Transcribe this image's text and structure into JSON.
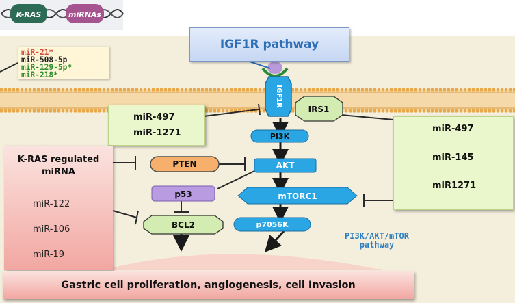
{
  "logo": {
    "kras": "K-RAS",
    "mirnas": "miRNAs"
  },
  "title": "IGF1R pathway",
  "membrane_mirnas": [
    {
      "text": "miR-21*",
      "color": "#d24a3a"
    },
    {
      "text": "miR-508-5p",
      "color": "#1f1f1f"
    },
    {
      "text": "miR-129-5p*",
      "color": "#2f8f2f"
    },
    {
      "text": "miR-218*",
      "color": "#2f8f2f"
    }
  ],
  "receptor": "IGF1R",
  "nodes": {
    "irs1": "IRS1",
    "pi3k": "PI3K",
    "pten": "PTEN",
    "akt": "AKT",
    "p53": "p53",
    "mtorc1": "mTORC1",
    "bcl2": "BCL2",
    "p7056k": "p7056K"
  },
  "left_green_box": [
    "miR-497",
    "miR-1271"
  ],
  "right_green_box": [
    "miR-497",
    "miR-145",
    "miR1271"
  ],
  "kras_box": {
    "title_line1": "K-RAS regulated",
    "title_line2": "miRNA",
    "items": [
      "miR-122",
      "miR-106",
      "miR-19"
    ]
  },
  "pathway_label_line1": "PI3K/AKT/mTOR",
  "pathway_label_line2": "pathway",
  "outcome": "Gastric cell proliferation, angiogenesis, cell Invasion",
  "colors": {
    "node_blue": "#29a6e3",
    "node_orange": "#f6b06b",
    "node_purple": "#b89be0",
    "node_green": "#d3ecb1",
    "title_blue": "#2f6fb7",
    "membrane": "#e8a84c"
  }
}
